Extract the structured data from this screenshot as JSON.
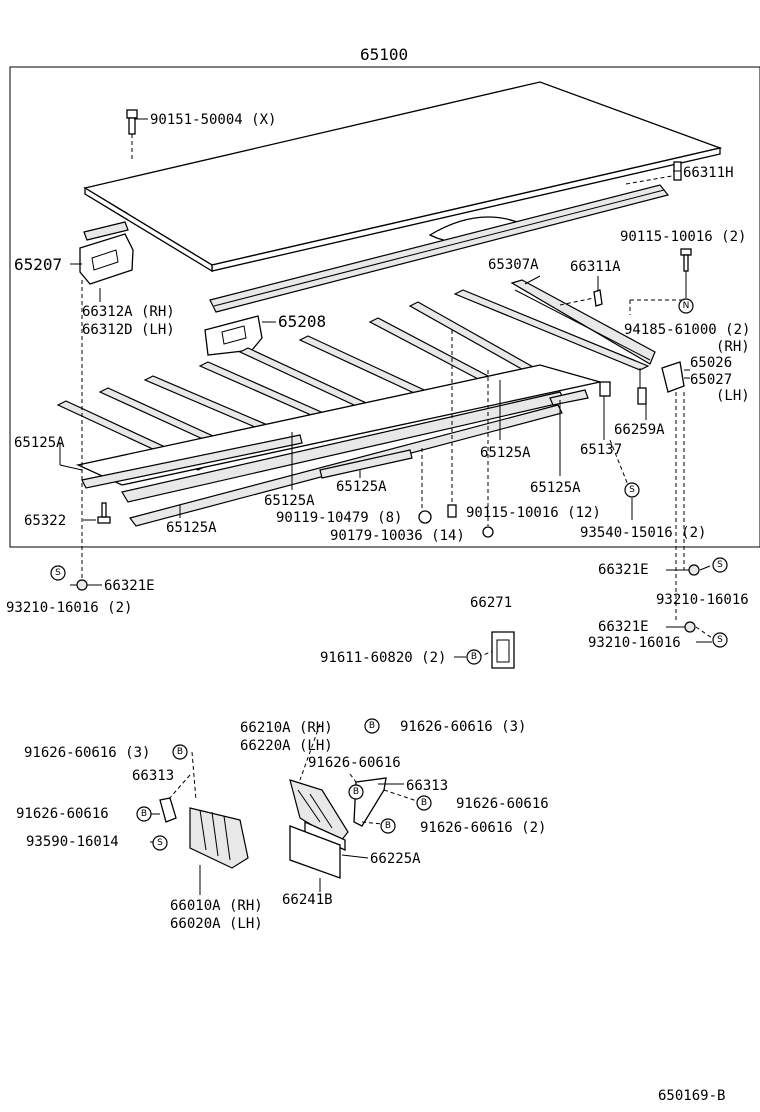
{
  "labels": {
    "l65100": "65100",
    "l90151": "90151-50004 (X)",
    "l66311H": "66311H",
    "l90115a": "90115-10016 (2)",
    "l65207": "65207",
    "l65307A": "65307A",
    "l66311A": "66311A",
    "l66312A": "66312A (RH)",
    "l66312D": "66312D (LH)",
    "l65208": "65208",
    "l94185": "94185-61000 (2)",
    "lRH1": "(RH)",
    "l65026": "65026",
    "l65027": "65027",
    "lLH1": "(LH)",
    "l66259A": "66259A",
    "l65125A_1": "65125A",
    "l65125A_2": "65125A",
    "l65137": "65137",
    "l65125A_3": "65125A",
    "l65125A_4": "65125A",
    "l65125A_5": "65125A",
    "l65125A_6": "65125A",
    "l65322": "65322",
    "l90119": "90119-10479 (8)",
    "l90115b": "90115-10016 (12)",
    "l90179": "90179-10036 (14)",
    "l93540": "93540-15016 (2)",
    "l66321E_1": "66321E",
    "l93210_1": "93210-16016 (2)",
    "l66321E_2": "66321E",
    "l93210_2": "93210-16016",
    "l66271": "66271",
    "l66321E_3": "66321E",
    "l91611": "91611-60820 (2)",
    "l93210_3": "93210-16016",
    "l66210A": "66210A (RH)",
    "l91626a": "91626-60616 (3)",
    "l66220A": "66220A (LH)",
    "l91626b": "91626-60616 (3)",
    "l91626c": "91626-60616",
    "l66313a": "66313",
    "l66313b": "66313",
    "l91626d": "91626-60616",
    "l91626e": "91626-60616",
    "l91626f": "91626-60616 (2)",
    "l93590": "93590-16014",
    "l66225A": "66225A",
    "l66010A": "66010A (RH)",
    "l66020A": "66020A (LH)",
    "l66241B": "66241B",
    "l650169": "650169-B"
  },
  "symbols": {
    "s": "S",
    "b": "B",
    "n": "N"
  }
}
